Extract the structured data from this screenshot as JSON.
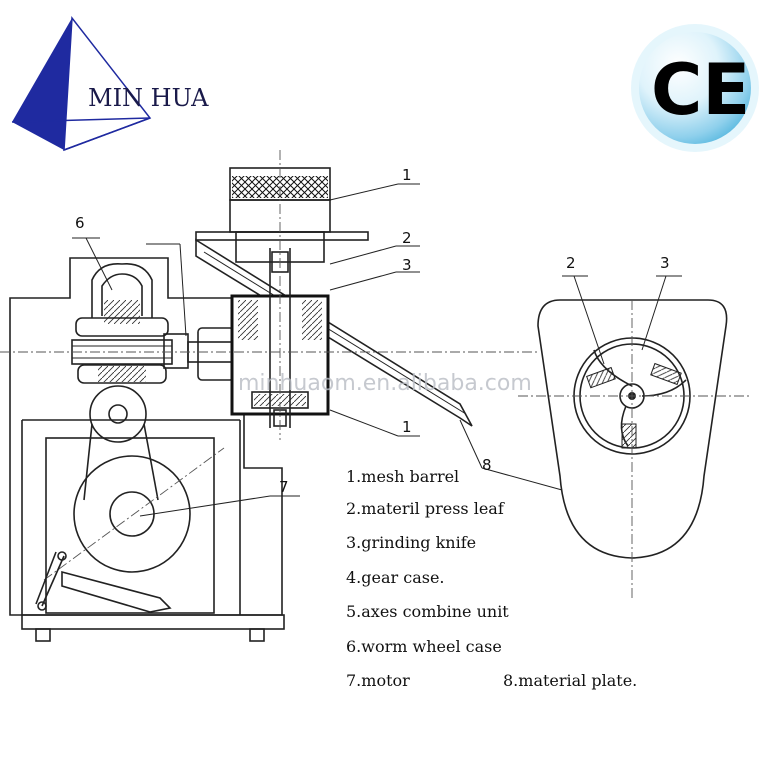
{
  "brand": {
    "name": "MIN HUA",
    "triangle_color": "#1f2aa0"
  },
  "certification": {
    "mark": "CE",
    "badge_color": "#7fd3f0"
  },
  "watermark": "minhuaom.en.alibaba.com",
  "callouts": {
    "c1_top": "1",
    "c2_mid": "2",
    "c3_mid": "3",
    "c1_bottom": "1",
    "c6": "6",
    "c7": "7",
    "c8": "8",
    "c2_side": "2",
    "c3_side": "3"
  },
  "legend": {
    "item1": "1.mesh barrel",
    "item2": "2.materil press leaf",
    "item3": "3.grinding knife",
    "item4": "4.gear case.",
    "item5": "5.axes combine unit",
    "item6": "6.worm wheel case",
    "item7": "7.motor",
    "item8": "8.material plate."
  }
}
